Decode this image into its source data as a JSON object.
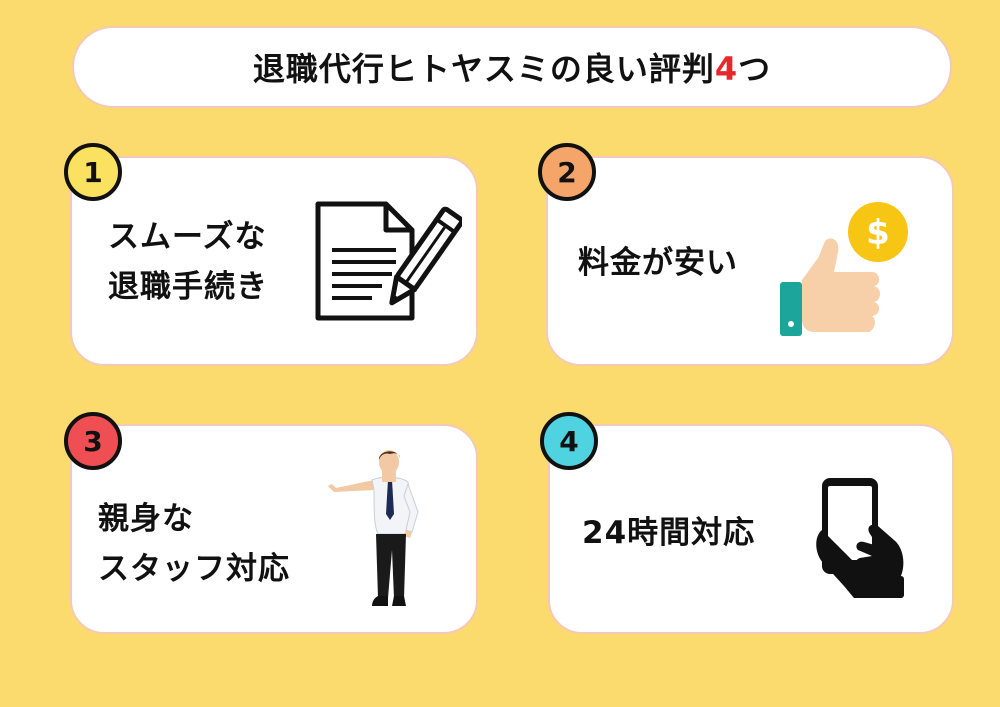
{
  "title": {
    "main": "退職代行ヒトヤスミの良い評判",
    "number": "4",
    "suffix": "つ"
  },
  "cards": [
    {
      "number": "1",
      "lines": [
        "スムーズな",
        "退職手続き"
      ],
      "icon": "document-pen-icon",
      "badge_color": "#fbe160"
    },
    {
      "number": "2",
      "lines": [
        "料金が安い"
      ],
      "icon": "thumbs-up-dollar-icon",
      "badge_color": "#f5a56a"
    },
    {
      "number": "3",
      "lines": [
        "親身な",
        "スタッフ対応"
      ],
      "icon": "staff-person-icon",
      "badge_color": "#ef4f52"
    },
    {
      "number": "4",
      "lines": [
        "24時間対応"
      ],
      "icon": "smartphone-hand-icon",
      "badge_color": "#4fd3e0"
    }
  ],
  "colors": {
    "background": "#fbdb6e",
    "accent": "#e8272d",
    "card_border": "#f3c9b9"
  }
}
